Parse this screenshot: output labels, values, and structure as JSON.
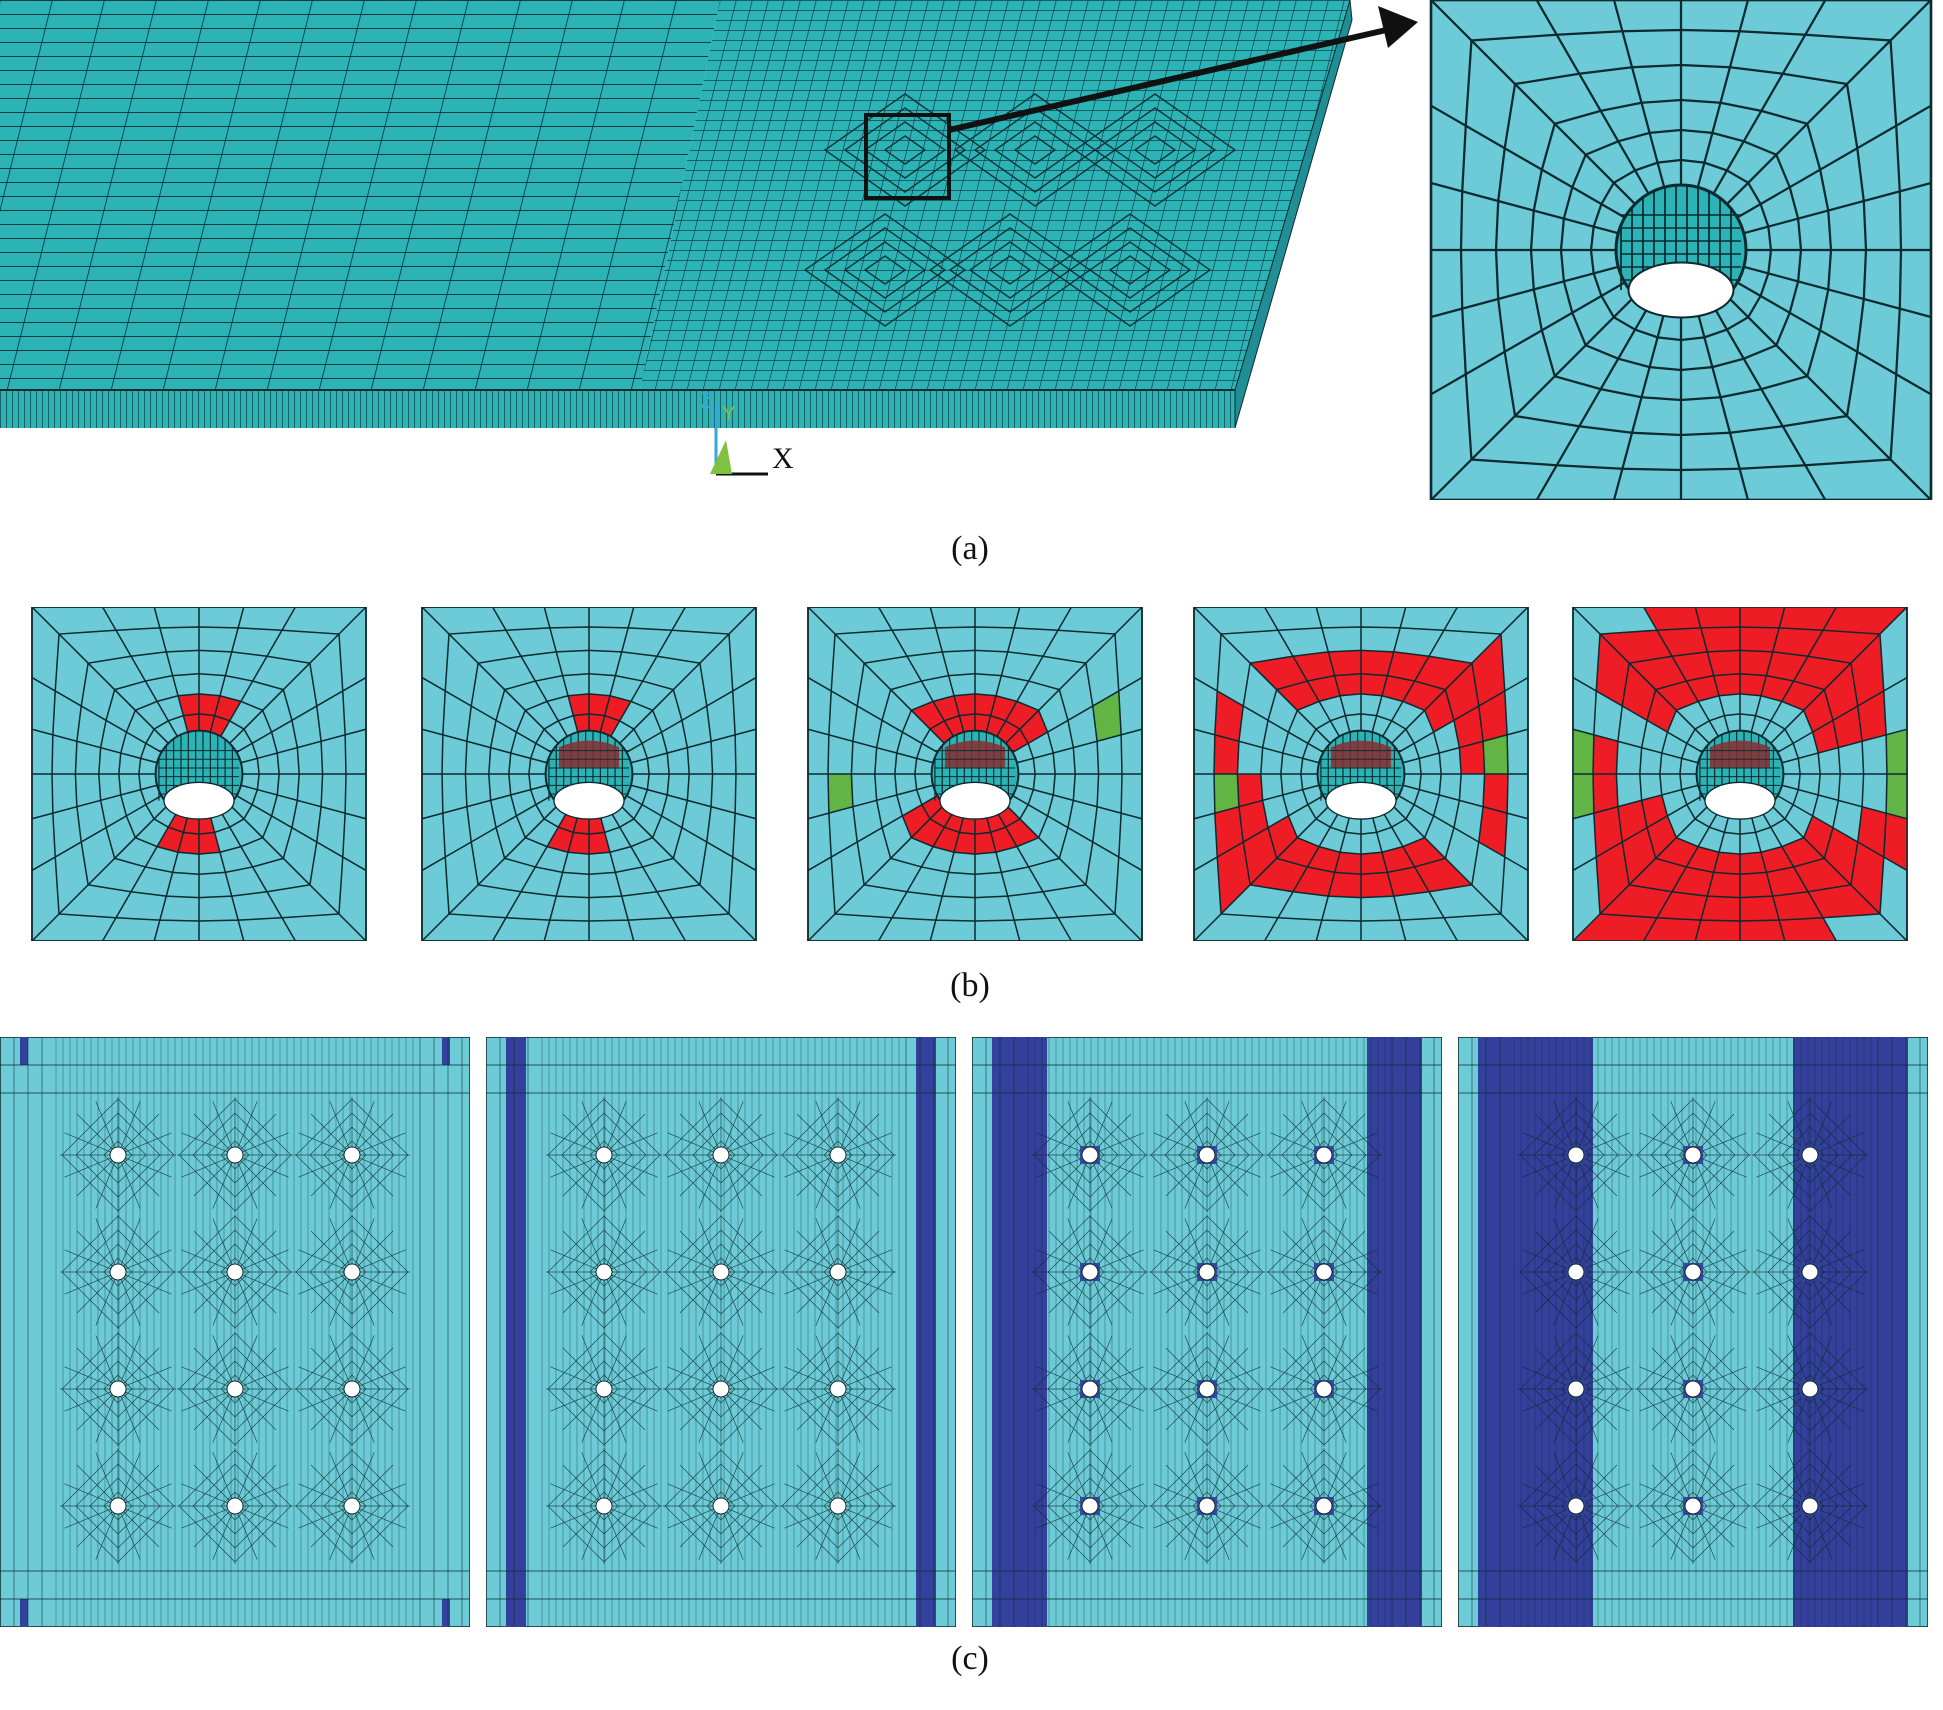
{
  "figure": {
    "panel_a": {
      "caption": "(a)",
      "axis_triad": {
        "x_label": "X",
        "y_label": "Y",
        "z_label": "Z"
      }
    },
    "panel_b": {
      "caption": "(b)",
      "stages": [
        {
          "damage": [
            "red-top-thin",
            "red-bottom-thin"
          ]
        },
        {
          "damage": [
            "red-top-thin",
            "red-bottom-thin"
          ]
        },
        {
          "damage": [
            "red-top-ring",
            "red-bottom-ring",
            "green-left",
            "green-right"
          ]
        },
        {
          "damage": [
            "red-inner-ring",
            "red-lateral",
            "green-left",
            "green-right"
          ]
        },
        {
          "damage": [
            "red-wide-ring",
            "red-lateral",
            "green-left",
            "green-right"
          ]
        }
      ]
    },
    "panel_c": {
      "caption": "(c)",
      "stages": 4
    },
    "colors": {
      "mesh_fill": "#6ccbd6",
      "mesh_dense": "#2bb3b6",
      "mesh_line": "#0c2a2f",
      "damage_red": "#ee1c25",
      "damage_green": "#62b544",
      "damage_blue": "#33409c",
      "pointer": "#111111"
    }
  }
}
